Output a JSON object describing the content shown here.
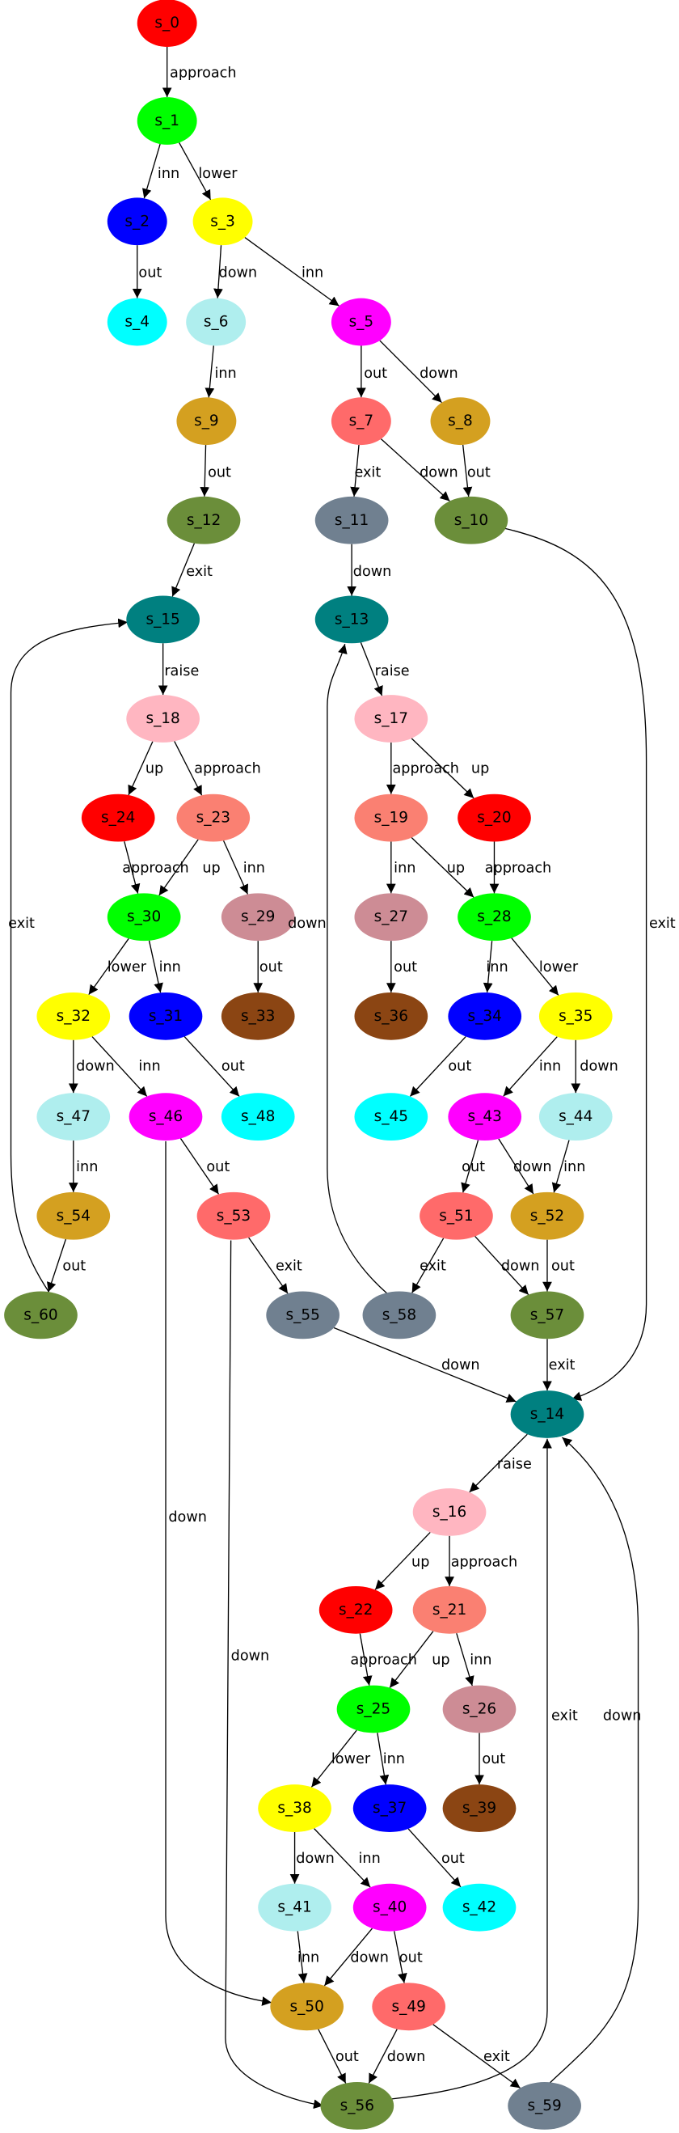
{
  "graph": {
    "nodes": [
      {
        "id": "s_0",
        "color": "#ff0000"
      },
      {
        "id": "s_1",
        "color": "#00ff00"
      },
      {
        "id": "s_2",
        "color": "#0000ff"
      },
      {
        "id": "s_3",
        "color": "#ffff00"
      },
      {
        "id": "s_4",
        "color": "#00ffff"
      },
      {
        "id": "s_5",
        "color": "#ff00ff"
      },
      {
        "id": "s_6",
        "color": "#afeeee"
      },
      {
        "id": "s_7",
        "color": "#ff6a6a"
      },
      {
        "id": "s_8",
        "color": "#d4a020"
      },
      {
        "id": "s_9",
        "color": "#d4a020"
      },
      {
        "id": "s_10",
        "color": "#6b8e3a"
      },
      {
        "id": "s_11",
        "color": "#708090"
      },
      {
        "id": "s_12",
        "color": "#6b8e3a"
      },
      {
        "id": "s_13",
        "color": "#008080"
      },
      {
        "id": "s_14",
        "color": "#008080"
      },
      {
        "id": "s_15",
        "color": "#008080"
      },
      {
        "id": "s_16",
        "color": "#ffb6c1"
      },
      {
        "id": "s_17",
        "color": "#ffb6c1"
      },
      {
        "id": "s_18",
        "color": "#ffb6c1"
      },
      {
        "id": "s_19",
        "color": "#fa8072"
      },
      {
        "id": "s_20",
        "color": "#ff0000"
      },
      {
        "id": "s_21",
        "color": "#fa8072"
      },
      {
        "id": "s_22",
        "color": "#ff0000"
      },
      {
        "id": "s_23",
        "color": "#fa8072"
      },
      {
        "id": "s_24",
        "color": "#ff0000"
      },
      {
        "id": "s_25",
        "color": "#00ff00"
      },
      {
        "id": "s_26",
        "color": "#cd8c95"
      },
      {
        "id": "s_27",
        "color": "#cd8c95"
      },
      {
        "id": "s_28",
        "color": "#00ff00"
      },
      {
        "id": "s_29",
        "color": "#cd8c95"
      },
      {
        "id": "s_30",
        "color": "#00ff00"
      },
      {
        "id": "s_31",
        "color": "#0000ff"
      },
      {
        "id": "s_32",
        "color": "#ffff00"
      },
      {
        "id": "s_33",
        "color": "#8b4513"
      },
      {
        "id": "s_34",
        "color": "#0000ff"
      },
      {
        "id": "s_35",
        "color": "#ffff00"
      },
      {
        "id": "s_36",
        "color": "#8b4513"
      },
      {
        "id": "s_37",
        "color": "#0000ff"
      },
      {
        "id": "s_38",
        "color": "#ffff00"
      },
      {
        "id": "s_39",
        "color": "#8b4513"
      },
      {
        "id": "s_40",
        "color": "#ff00ff"
      },
      {
        "id": "s_41",
        "color": "#afeeee"
      },
      {
        "id": "s_42",
        "color": "#00ffff"
      },
      {
        "id": "s_43",
        "color": "#ff00ff"
      },
      {
        "id": "s_44",
        "color": "#afeeee"
      },
      {
        "id": "s_45",
        "color": "#00ffff"
      },
      {
        "id": "s_46",
        "color": "#ff00ff"
      },
      {
        "id": "s_47",
        "color": "#afeeee"
      },
      {
        "id": "s_48",
        "color": "#00ffff"
      },
      {
        "id": "s_49",
        "color": "#ff6a6a"
      },
      {
        "id": "s_50",
        "color": "#d4a020"
      },
      {
        "id": "s_51",
        "color": "#ff6a6a"
      },
      {
        "id": "s_52",
        "color": "#d4a020"
      },
      {
        "id": "s_53",
        "color": "#ff6a6a"
      },
      {
        "id": "s_54",
        "color": "#d4a020"
      },
      {
        "id": "s_55",
        "color": "#708090"
      },
      {
        "id": "s_56",
        "color": "#6b8e3a"
      },
      {
        "id": "s_57",
        "color": "#6b8e3a"
      },
      {
        "id": "s_58",
        "color": "#708090"
      },
      {
        "id": "s_59",
        "color": "#708090"
      },
      {
        "id": "s_60",
        "color": "#6b8e3a"
      }
    ],
    "edges": [
      {
        "from": "s_0",
        "to": "s_1",
        "label": "approach"
      },
      {
        "from": "s_1",
        "to": "s_2",
        "label": "inn"
      },
      {
        "from": "s_1",
        "to": "s_3",
        "label": "lower"
      },
      {
        "from": "s_2",
        "to": "s_4",
        "label": "out"
      },
      {
        "from": "s_3",
        "to": "s_6",
        "label": "down"
      },
      {
        "from": "s_3",
        "to": "s_5",
        "label": "inn"
      },
      {
        "from": "s_6",
        "to": "s_9",
        "label": "inn"
      },
      {
        "from": "s_5",
        "to": "s_7",
        "label": "out"
      },
      {
        "from": "s_5",
        "to": "s_8",
        "label": "down"
      },
      {
        "from": "s_9",
        "to": "s_12",
        "label": "out"
      },
      {
        "from": "s_7",
        "to": "s_11",
        "label": "exit"
      },
      {
        "from": "s_7",
        "to": "s_10",
        "label": "down"
      },
      {
        "from": "s_8",
        "to": "s_10",
        "label": "out"
      },
      {
        "from": "s_12",
        "to": "s_15",
        "label": "exit"
      },
      {
        "from": "s_11",
        "to": "s_13",
        "label": "down"
      },
      {
        "from": "s_10",
        "to": "s_14",
        "label": "exit"
      },
      {
        "from": "s_15",
        "to": "s_18",
        "label": "raise"
      },
      {
        "from": "s_13",
        "to": "s_17",
        "label": "raise"
      },
      {
        "from": "s_18",
        "to": "s_24",
        "label": "up"
      },
      {
        "from": "s_18",
        "to": "s_23",
        "label": "approach"
      },
      {
        "from": "s_17",
        "to": "s_19",
        "label": "approach"
      },
      {
        "from": "s_17",
        "to": "s_20",
        "label": "up"
      },
      {
        "from": "s_24",
        "to": "s_30",
        "label": "approach"
      },
      {
        "from": "s_23",
        "to": "s_30",
        "label": "up"
      },
      {
        "from": "s_23",
        "to": "s_29",
        "label": "inn"
      },
      {
        "from": "s_19",
        "to": "s_27",
        "label": "inn"
      },
      {
        "from": "s_19",
        "to": "s_28",
        "label": "up"
      },
      {
        "from": "s_20",
        "to": "s_28",
        "label": "approach"
      },
      {
        "from": "s_30",
        "to": "s_32",
        "label": "lower"
      },
      {
        "from": "s_30",
        "to": "s_31",
        "label": "inn"
      },
      {
        "from": "s_29",
        "to": "s_33",
        "label": "out"
      },
      {
        "from": "s_27",
        "to": "s_36",
        "label": "out"
      },
      {
        "from": "s_28",
        "to": "s_34",
        "label": "inn"
      },
      {
        "from": "s_28",
        "to": "s_35",
        "label": "lower"
      },
      {
        "from": "s_32",
        "to": "s_47",
        "label": "down"
      },
      {
        "from": "s_32",
        "to": "s_46",
        "label": "inn"
      },
      {
        "from": "s_31",
        "to": "s_48",
        "label": "out"
      },
      {
        "from": "s_34",
        "to": "s_45",
        "label": "out"
      },
      {
        "from": "s_35",
        "to": "s_43",
        "label": "inn"
      },
      {
        "from": "s_35",
        "to": "s_44",
        "label": "down"
      },
      {
        "from": "s_47",
        "to": "s_54",
        "label": "inn"
      },
      {
        "from": "s_46",
        "to": "s_53",
        "label": "out"
      },
      {
        "from": "s_46",
        "to": "s_50",
        "label": "down"
      },
      {
        "from": "s_43",
        "to": "s_51",
        "label": "out"
      },
      {
        "from": "s_43",
        "to": "s_52",
        "label": "down"
      },
      {
        "from": "s_44",
        "to": "s_52",
        "label": "inn"
      },
      {
        "from": "s_54",
        "to": "s_60",
        "label": "out"
      },
      {
        "from": "s_53",
        "to": "s_55",
        "label": "exit"
      },
      {
        "from": "s_53",
        "to": "s_56",
        "label": "down"
      },
      {
        "from": "s_51",
        "to": "s_58",
        "label": "exit"
      },
      {
        "from": "s_51",
        "to": "s_57",
        "label": "down"
      },
      {
        "from": "s_52",
        "to": "s_57",
        "label": "out"
      },
      {
        "from": "s_60",
        "to": "s_15",
        "label": "exit"
      },
      {
        "from": "s_58",
        "to": "s_13",
        "label": "down"
      },
      {
        "from": "s_55",
        "to": "s_14",
        "label": "down"
      },
      {
        "from": "s_57",
        "to": "s_14",
        "label": "exit"
      },
      {
        "from": "s_14",
        "to": "s_16",
        "label": "raise"
      },
      {
        "from": "s_16",
        "to": "s_22",
        "label": "up"
      },
      {
        "from": "s_16",
        "to": "s_21",
        "label": "approach"
      },
      {
        "from": "s_22",
        "to": "s_25",
        "label": "approach"
      },
      {
        "from": "s_21",
        "to": "s_25",
        "label": "up"
      },
      {
        "from": "s_21",
        "to": "s_26",
        "label": "inn"
      },
      {
        "from": "s_25",
        "to": "s_38",
        "label": "lower"
      },
      {
        "from": "s_25",
        "to": "s_37",
        "label": "inn"
      },
      {
        "from": "s_26",
        "to": "s_39",
        "label": "out"
      },
      {
        "from": "s_38",
        "to": "s_41",
        "label": "down"
      },
      {
        "from": "s_38",
        "to": "s_40",
        "label": "inn"
      },
      {
        "from": "s_37",
        "to": "s_42",
        "label": "out"
      },
      {
        "from": "s_41",
        "to": "s_50",
        "label": "inn"
      },
      {
        "from": "s_40",
        "to": "s_50",
        "label": "down"
      },
      {
        "from": "s_40",
        "to": "s_49",
        "label": "out"
      },
      {
        "from": "s_50",
        "to": "s_56",
        "label": "out"
      },
      {
        "from": "s_49",
        "to": "s_56",
        "label": "down"
      },
      {
        "from": "s_49",
        "to": "s_59",
        "label": "exit"
      },
      {
        "from": "s_56",
        "to": "s_14",
        "label": "exit"
      },
      {
        "from": "s_59",
        "to": "s_14",
        "label": "down"
      }
    ]
  }
}
